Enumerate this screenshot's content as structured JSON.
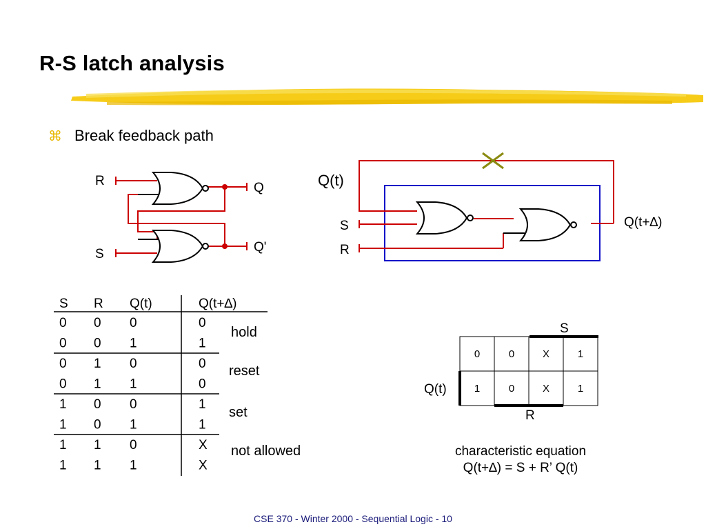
{
  "slide": {
    "title": "R-S latch analysis",
    "bullet_icon": "command-key-icon",
    "bullet": "Break feedback path",
    "footer": "CSE 370 - Winter 2000 - Sequential Logic - 10"
  },
  "latch": {
    "input_r": "R",
    "input_s": "S",
    "output_q": "Q",
    "output_qn": "Q'"
  },
  "broken": {
    "qt": "Q(t)",
    "s": "S",
    "r": "R",
    "out": "Q(t+∆)",
    "break_icon": "x-mark-icon"
  },
  "truth_table": {
    "headers": [
      "S",
      "R",
      "Q(t)",
      "Q(t+∆)"
    ],
    "rows": [
      [
        "0",
        "0",
        "0",
        "0"
      ],
      [
        "0",
        "0",
        "1",
        "1"
      ],
      [
        "0",
        "1",
        "0",
        "0"
      ],
      [
        "0",
        "1",
        "1",
        "0"
      ],
      [
        "1",
        "0",
        "0",
        "1"
      ],
      [
        "1",
        "0",
        "1",
        "1"
      ],
      [
        "1",
        "1",
        "0",
        "X"
      ],
      [
        "1",
        "1",
        "1",
        "X"
      ]
    ],
    "annotations": [
      "hold",
      "reset",
      "set",
      "not allowed"
    ]
  },
  "kmap": {
    "top_label": "S",
    "left_label": "Q(t)",
    "bottom_label": "R",
    "rows": [
      [
        "0",
        "0",
        "X",
        "1"
      ],
      [
        "1",
        "0",
        "X",
        "1"
      ]
    ]
  },
  "equation": {
    "line1": "characteristic equation",
    "line2": "Q(t+∆) = S + R’ Q(t)"
  },
  "colors": {
    "wire_red": "#cc0000",
    "box_blue": "#1010c8",
    "cross_olive": "#8a8a10",
    "highlight_yellow": "#f2c200"
  }
}
